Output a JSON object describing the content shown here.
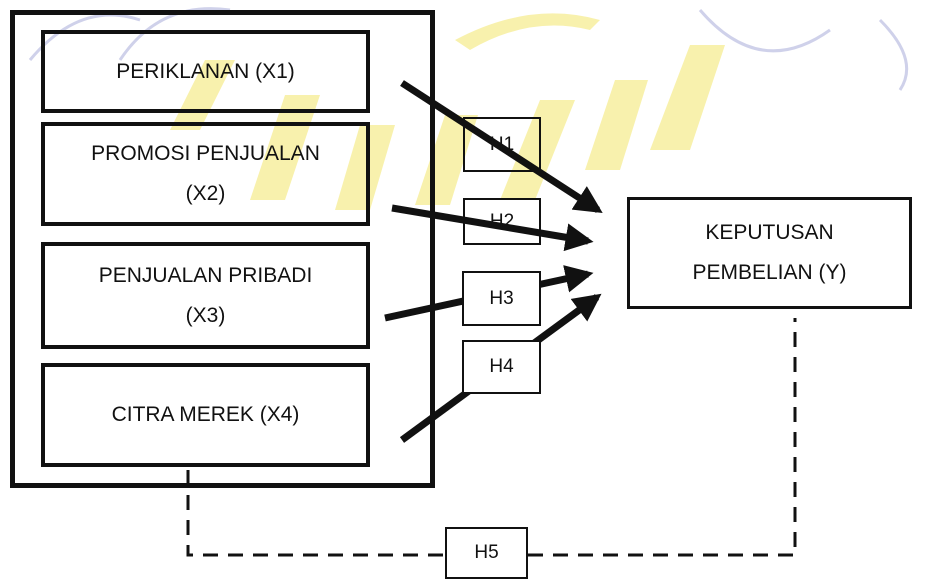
{
  "variables": {
    "x1": "PERIKLANAN (X1)",
    "x2_line1": "PROMOSI PENJUALAN",
    "x2_line2": "(X2)",
    "x3_line1": "PENJUALAN PRIBADI",
    "x3_line2": "(X3)",
    "x4": "CITRA MEREK (X4)"
  },
  "dependent": {
    "line1": "KEPUTUSAN",
    "line2": "PEMBELIAN (Y)"
  },
  "hypotheses": {
    "h1": "H1",
    "h2": "H2",
    "h3": "H3",
    "h4": "H4",
    "h5": "H5"
  },
  "colors": {
    "line": "#111111",
    "watermark": "#f6ec9a",
    "watermark_outline": "#c9cbe6"
  }
}
